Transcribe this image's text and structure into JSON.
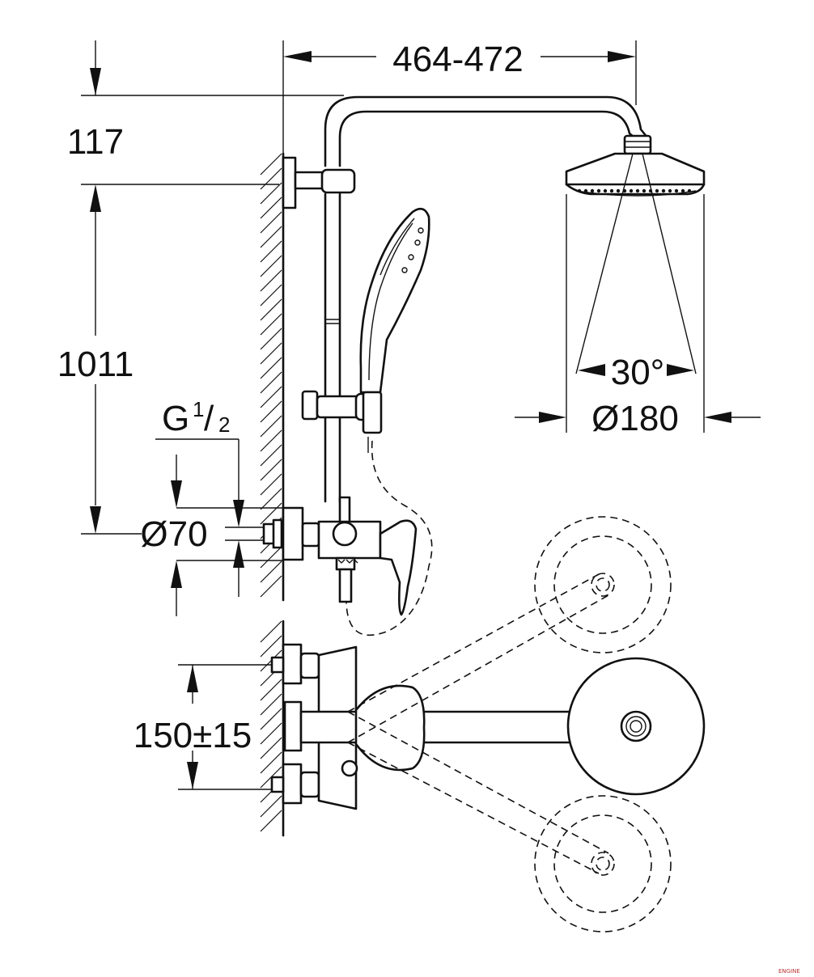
{
  "dimensions": {
    "arm_reach": "464-472",
    "top_offset": "117",
    "rail_height": "1011",
    "thread_prefix": "G ",
    "thread_num": "1",
    "thread_sep": "/",
    "thread_den": "2",
    "wall_rose_dia": "Ø70",
    "spray_angle": "30°",
    "head_dia": "Ø180",
    "connection_spacing": "150±15"
  },
  "watermark": "ENGINE"
}
